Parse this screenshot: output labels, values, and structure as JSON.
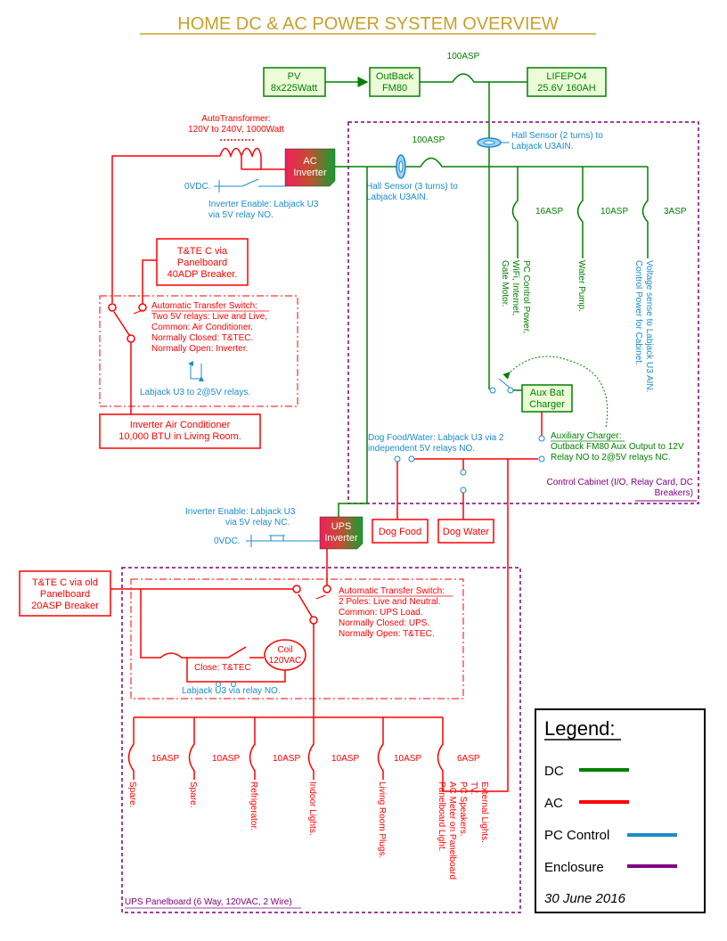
{
  "title": "HOME DC & AC POWER SYSTEM OVERVIEW",
  "colors": {
    "dc": "#008000",
    "ac": "#ff0000",
    "pc_control": "#1a8ccc",
    "enclosure": "#800080",
    "title": "#c8a02a",
    "box_fill": "#ecfcd8"
  },
  "dc_section": {
    "pv": {
      "line1": "PV",
      "line2": "8x225Watt"
    },
    "outback": {
      "line1": "OutBack",
      "line2": "FM80"
    },
    "lifepo4": {
      "line1": "LIFEPO4",
      "line2": "25.6V 160AH"
    },
    "breaker_top": "100ASP",
    "breaker_main": "100ASP",
    "hall_sensor_1": {
      "line1": "Hall Sensor (2 turns) to",
      "line2": "Labjack U3AIN."
    },
    "hall_sensor_2": {
      "line1": "Hall Sensor (3 turns) to",
      "line2": "Labjack U3AIN."
    },
    "breakers": [
      "16ASP",
      "10ASP",
      "3ASP"
    ],
    "loads": [
      {
        "line1": "PC Control Power,",
        "line2": "WiFi, Internet,",
        "line3": "Gate Motor."
      },
      {
        "line1": "Water Pump."
      },
      {
        "line1": "Voltage sense to Labjack U3 AIN.",
        "line2": "Control Power for Cabinet."
      }
    ],
    "aux_bat": {
      "line1": "Aux Bat",
      "line2": "Charger"
    },
    "aux_charger": {
      "line1": "Auxiliary Charger:",
      "line2": "Outback FM80 Aux Output to 12V",
      "line3": "Relay NO to 2@5V relays NC."
    },
    "dog_relay": {
      "line1": "Dog Food/Water: Labjack U3 via 2",
      "line2": "independent 5V relays NO."
    },
    "dog_food": "Dog Food",
    "dog_water": "Dog Water",
    "cabinet_label": {
      "line1": "Control Cabinet (I/O, Relay Card, DC",
      "line2": "Breakers)"
    }
  },
  "ac_inverter_section": {
    "autotransformer": {
      "line1": "AutoTransformer:",
      "line2": "120V to 240V, 1000Watt"
    },
    "ac_inverter": {
      "line1": "AC",
      "line2": "Inverter"
    },
    "zero_vdc": "0VDC.",
    "inverter_enable": {
      "line1": "Inverter Enable: Labjack U3",
      "line2": "via 5V relay NO."
    },
    "ttec_panel": {
      "line1": "T&TE C via",
      "line2": "Panelboard",
      "line3": "40ADP Breaker."
    },
    "ats": {
      "line1": "Automatic Transfer Switch:",
      "line2": "Two 5V relays: Live and Live,",
      "line3": "Common: Air Conditioner.",
      "line4": "Normally Closed: T&TEC.",
      "line5": "Normally Open: Inverter."
    },
    "labjack_relays": "Labjack U3 to 2@5V relays.",
    "air_conditioner": {
      "line1": "Inverter Air Conditioner",
      "line2": "10,000 BTU  in Living Room."
    }
  },
  "ups_section": {
    "inverter_enable": {
      "line1": "Inverter Enable: Labjack U3",
      "line2": "via 5V relay NC."
    },
    "zero_vdc": "0VDC.",
    "ups_inverter": {
      "line1": "UPS",
      "line2": "Inverter"
    },
    "ttec_old": {
      "line1": "T&TE C via old",
      "line2": "Panelboard",
      "line3": "20ASP Breaker"
    },
    "ats": {
      "line1": "Automatic Transfer Switch:",
      "line2": "2 Poles: Live and Neutral.",
      "line3": "Common: UPS Load.",
      "line4": "Normally Closed: UPS.",
      "line5": "Normally Open: T&TEC."
    },
    "coil": {
      "line1": "Coil",
      "line2": "120VAC"
    },
    "close_label": "Close: T&TEC",
    "labjack_relay": "Labjack U3 via relay NO.",
    "breakers": [
      "16ASP",
      "10ASP",
      "10ASP",
      "10ASP",
      "10ASP",
      "6ASP"
    ],
    "circuits": [
      {
        "line1": "Spare."
      },
      {
        "line1": "Spare."
      },
      {
        "line1": "Refrigerator."
      },
      {
        "line1": "Indoor Lights."
      },
      {
        "line1": "Living Room Plugs."
      },
      {
        "line1": "Panelboard Light.",
        "line2": "AC Meter on Panelboard",
        "line3": "PC Speakers.",
        "line4": "TV.",
        "line5": "External Lights."
      }
    ],
    "panelboard_label": "UPS Panelboard (6 Way, 120VAC, 2 Wire)"
  },
  "legend": {
    "title": "Legend:",
    "items": [
      {
        "label": "DC",
        "color": "#008000"
      },
      {
        "label": "AC",
        "color": "#ff0000"
      },
      {
        "label": "PC Control",
        "color": "#1a8ccc"
      },
      {
        "label": "Enclosure",
        "color": "#800080"
      }
    ],
    "date": "30 June 2016"
  }
}
